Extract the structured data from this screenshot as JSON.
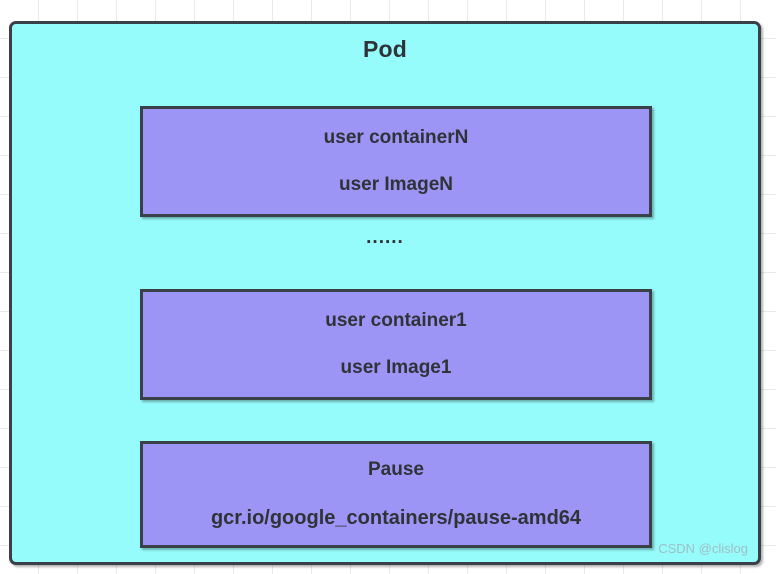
{
  "diagram": {
    "title": "Pod",
    "ellipsis": "......",
    "colors": {
      "pod_fill": "#96fbfb",
      "container_fill": "#9c95f5",
      "border": "#3a4048",
      "text": "#2f3338",
      "watermark": "#9fbfc4",
      "page_background": "#ffffff",
      "grid_line": "#e9e9e9"
    },
    "containers": [
      {
        "id": "containerN",
        "name": "user containerN",
        "image": "user ImageN"
      },
      {
        "id": "container1",
        "name": "user container1",
        "image": "user Image1"
      },
      {
        "id": "pause",
        "name": "Pause",
        "image": "gcr.io/google_containers/pause-amd64"
      }
    ]
  },
  "watermark": {
    "text": "CSDN @clislog"
  }
}
